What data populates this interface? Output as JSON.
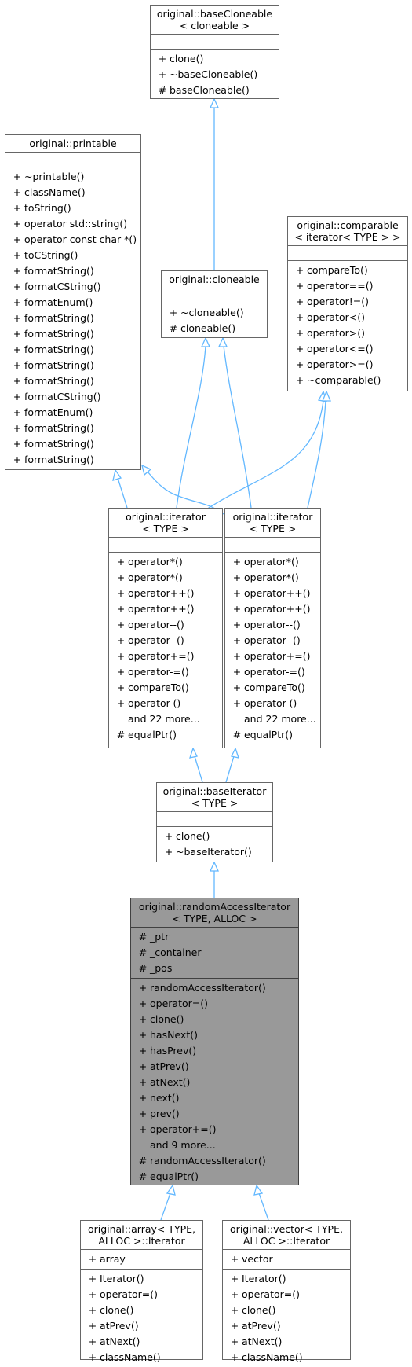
{
  "colors": {
    "edge": "#63b8ff",
    "node_border": "#666666",
    "highlight_fill": "#999999",
    "highlight_border": "#404040"
  },
  "nodes": {
    "baseCloneable": {
      "title": [
        "original::baseCloneable",
        "< cloneable >"
      ],
      "attributes": [],
      "methods": [
        {
          "vis": "+",
          "name": "clone()"
        },
        {
          "vis": "+",
          "name": "~baseCloneable()"
        },
        {
          "vis": "#",
          "name": "baseCloneable()"
        }
      ]
    },
    "printable": {
      "title": [
        "original::printable"
      ],
      "attributes": [],
      "methods": [
        {
          "vis": "+",
          "name": "~printable()"
        },
        {
          "vis": "+",
          "name": "className()"
        },
        {
          "vis": "+",
          "name": "toString()"
        },
        {
          "vis": "+",
          "name": "operator std::string()"
        },
        {
          "vis": "+",
          "name": "operator const char *()"
        },
        {
          "vis": "+",
          "name": "toCString()"
        },
        {
          "vis": "+",
          "name": "formatString()"
        },
        {
          "vis": "+",
          "name": "formatCString()"
        },
        {
          "vis": "+",
          "name": "formatEnum()"
        },
        {
          "vis": "+",
          "name": "formatString()"
        },
        {
          "vis": "+",
          "name": "formatString()"
        },
        {
          "vis": "+",
          "name": "formatString()"
        },
        {
          "vis": "+",
          "name": "formatString()"
        },
        {
          "vis": "+",
          "name": "formatString()"
        },
        {
          "vis": "+",
          "name": "formatCString()"
        },
        {
          "vis": "+",
          "name": "formatEnum()"
        },
        {
          "vis": "+",
          "name": "formatString()"
        },
        {
          "vis": "+",
          "name": "formatString()"
        },
        {
          "vis": "+",
          "name": "formatString()"
        }
      ]
    },
    "cloneable": {
      "title": [
        "original::cloneable"
      ],
      "attributes": [],
      "methods": [
        {
          "vis": "+",
          "name": "~cloneable()"
        },
        {
          "vis": "#",
          "name": "cloneable()"
        }
      ]
    },
    "comparable": {
      "title": [
        "original::comparable",
        "< iterator< TYPE > >"
      ],
      "attributes": [],
      "methods": [
        {
          "vis": "+",
          "name": "compareTo()"
        },
        {
          "vis": "+",
          "name": "operator==()"
        },
        {
          "vis": "+",
          "name": "operator!=()"
        },
        {
          "vis": "+",
          "name": "operator<()"
        },
        {
          "vis": "+",
          "name": "operator>()"
        },
        {
          "vis": "+",
          "name": "operator<=()"
        },
        {
          "vis": "+",
          "name": "operator>=()"
        },
        {
          "vis": "+",
          "name": "~comparable()"
        }
      ]
    },
    "iterator1": {
      "title": [
        "original::iterator",
        "< TYPE >"
      ],
      "attributes": [],
      "methods": [
        {
          "vis": "+",
          "name": "operator*()"
        },
        {
          "vis": "+",
          "name": "operator*()"
        },
        {
          "vis": "+",
          "name": "operator++()"
        },
        {
          "vis": "+",
          "name": "operator++()"
        },
        {
          "vis": "+",
          "name": "operator--()"
        },
        {
          "vis": "+",
          "name": "operator--()"
        },
        {
          "vis": "+",
          "name": "operator+=()"
        },
        {
          "vis": "+",
          "name": "operator-=()"
        },
        {
          "vis": "+",
          "name": "compareTo()"
        },
        {
          "vis": "+",
          "name": "operator-()"
        },
        {
          "vis": "",
          "name": "and 22 more..."
        },
        {
          "vis": "#",
          "name": "equalPtr()"
        }
      ]
    },
    "iterator2": {
      "title": [
        "original::iterator",
        "< TYPE >"
      ],
      "attributes": [],
      "methods": [
        {
          "vis": "+",
          "name": "operator*()"
        },
        {
          "vis": "+",
          "name": "operator*()"
        },
        {
          "vis": "+",
          "name": "operator++()"
        },
        {
          "vis": "+",
          "name": "operator++()"
        },
        {
          "vis": "+",
          "name": "operator--()"
        },
        {
          "vis": "+",
          "name": "operator--()"
        },
        {
          "vis": "+",
          "name": "operator+=()"
        },
        {
          "vis": "+",
          "name": "operator-=()"
        },
        {
          "vis": "+",
          "name": "compareTo()"
        },
        {
          "vis": "+",
          "name": "operator-()"
        },
        {
          "vis": "",
          "name": "and 22 more..."
        },
        {
          "vis": "#",
          "name": "equalPtr()"
        }
      ]
    },
    "baseIterator": {
      "title": [
        "original::baseIterator",
        "< TYPE >"
      ],
      "attributes": [],
      "methods": [
        {
          "vis": "+",
          "name": "clone()"
        },
        {
          "vis": "+",
          "name": "~baseIterator()"
        }
      ]
    },
    "randomAccessIterator": {
      "title": [
        "original::randomAccessIterator",
        "< TYPE, ALLOC >"
      ],
      "attributes": [
        {
          "vis": "#",
          "name": "_ptr"
        },
        {
          "vis": "#",
          "name": "_container"
        },
        {
          "vis": "#",
          "name": "_pos"
        }
      ],
      "methods": [
        {
          "vis": "+",
          "name": "randomAccessIterator()"
        },
        {
          "vis": "+",
          "name": "operator=()"
        },
        {
          "vis": "+",
          "name": "clone()"
        },
        {
          "vis": "+",
          "name": "hasNext()"
        },
        {
          "vis": "+",
          "name": "hasPrev()"
        },
        {
          "vis": "+",
          "name": "atPrev()"
        },
        {
          "vis": "+",
          "name": "atNext()"
        },
        {
          "vis": "+",
          "name": "next()"
        },
        {
          "vis": "+",
          "name": "prev()"
        },
        {
          "vis": "+",
          "name": "operator+=()"
        },
        {
          "vis": "",
          "name": "and 9 more..."
        },
        {
          "vis": "#",
          "name": "randomAccessIterator()"
        },
        {
          "vis": "#",
          "name": "equalPtr()"
        }
      ]
    },
    "arrayIterator": {
      "title": [
        "original::array< TYPE,",
        "ALLOC >::Iterator"
      ],
      "attributes": [
        {
          "vis": "+",
          "name": "array"
        }
      ],
      "methods": [
        {
          "vis": "+",
          "name": "Iterator()"
        },
        {
          "vis": "+",
          "name": "operator=()"
        },
        {
          "vis": "+",
          "name": "clone()"
        },
        {
          "vis": "+",
          "name": "atPrev()"
        },
        {
          "vis": "+",
          "name": "atNext()"
        },
        {
          "vis": "+",
          "name": "className()"
        }
      ]
    },
    "vectorIterator": {
      "title": [
        "original::vector< TYPE,",
        "ALLOC >::Iterator"
      ],
      "attributes": [
        {
          "vis": "+",
          "name": "vector"
        }
      ],
      "methods": [
        {
          "vis": "+",
          "name": "Iterator()"
        },
        {
          "vis": "+",
          "name": "operator=()"
        },
        {
          "vis": "+",
          "name": "clone()"
        },
        {
          "vis": "+",
          "name": "atPrev()"
        },
        {
          "vis": "+",
          "name": "atNext()"
        },
        {
          "vis": "+",
          "name": "className()"
        }
      ]
    }
  }
}
